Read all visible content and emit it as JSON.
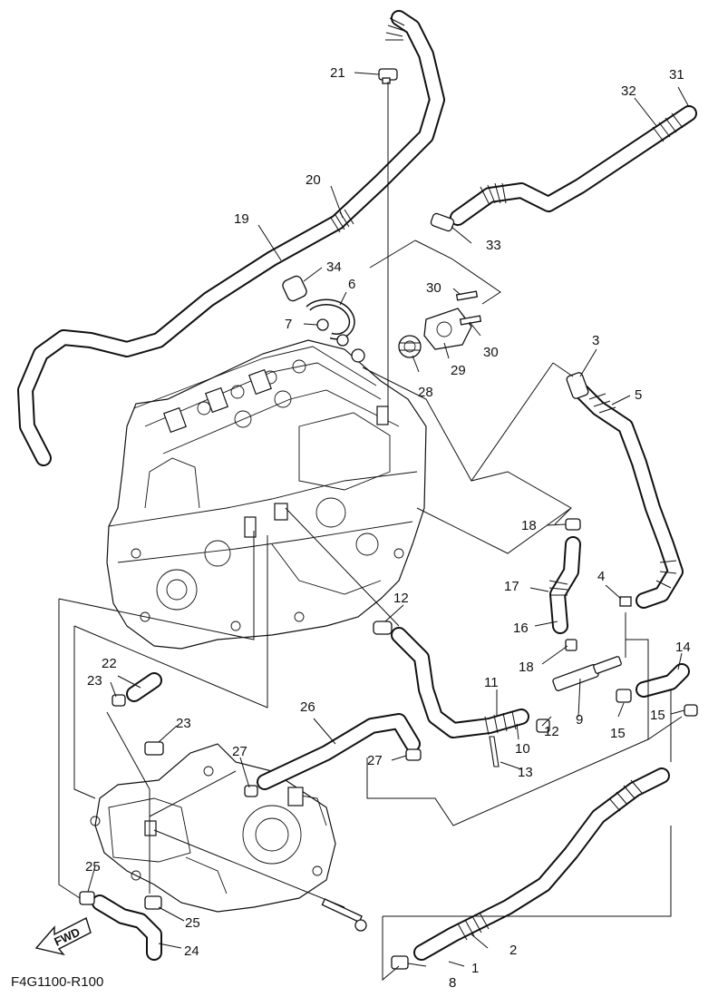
{
  "drawing_code": "F4G1100-R100",
  "fwd_label": "FWD",
  "callouts": {
    "c1": "1",
    "c2": "2",
    "c3": "3",
    "c4": "4",
    "c5": "5",
    "c6": "6",
    "c7": "7",
    "c8": "8",
    "c9": "9",
    "c10": "10",
    "c11": "11",
    "c12a": "12",
    "c12b": "12",
    "c13": "13",
    "c14": "14",
    "c15a": "15",
    "c15b": "15",
    "c16": "16",
    "c17": "17",
    "c18a": "18",
    "c18b": "18",
    "c19": "19",
    "c20": "20",
    "c21": "21",
    "c22": "22",
    "c23a": "23",
    "c23b": "23",
    "c24": "24",
    "c25a": "25",
    "c25b": "25",
    "c26": "26",
    "c27a": "27",
    "c27b": "27",
    "c28": "28",
    "c29": "29",
    "c30a": "30",
    "c30b": "30",
    "c31": "31",
    "c32": "32",
    "c33": "33",
    "c34": "34"
  }
}
